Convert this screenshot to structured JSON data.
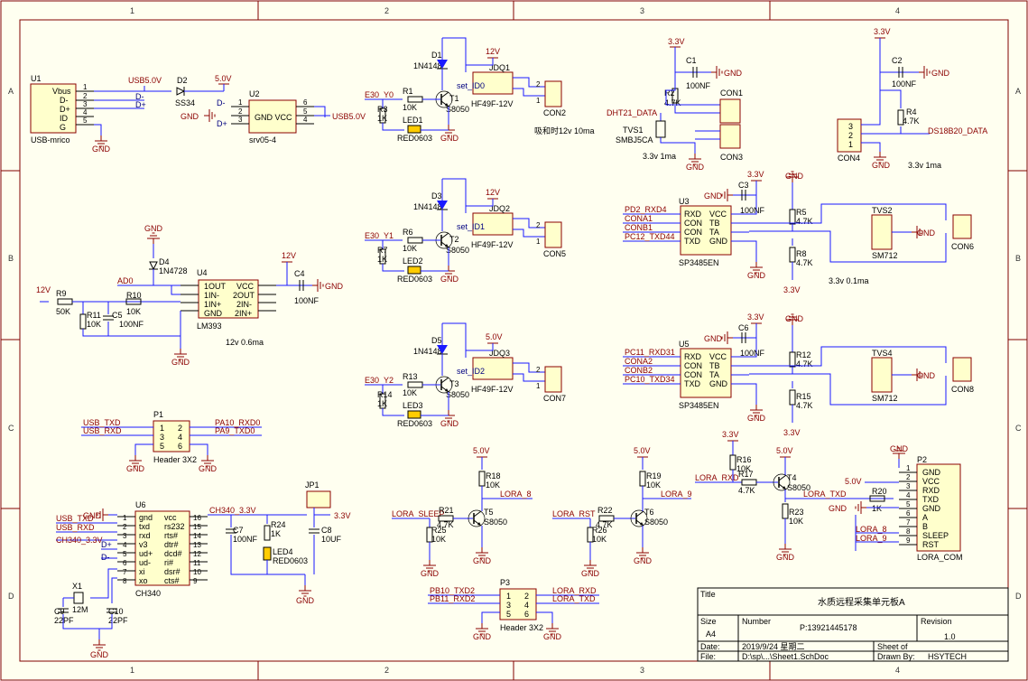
{
  "zones": {
    "cols": [
      "1",
      "2",
      "3",
      "4"
    ],
    "rows": [
      "A",
      "B",
      "C",
      "D"
    ]
  },
  "usb": {
    "ref": "U1",
    "name": "USB-mrico",
    "pins": [
      "Vbus",
      "D-",
      "D+",
      "ID",
      "G"
    ],
    "nums": [
      "1",
      "2",
      "3",
      "4",
      "5"
    ],
    "net_vbus": "USB5.0V",
    "d2": "D2",
    "d2val": "SS34",
    "v5": "5.0V",
    "gnd": "GND",
    "dminus": "D-",
    "dplus": "D+"
  },
  "u2": {
    "ref": "U2",
    "name": "GND VCC",
    "val": "srv05-4",
    "gnd": "GND",
    "dm": "D-",
    "dp": "D+",
    "pins": [
      "1",
      "2",
      "3",
      "4",
      "5",
      "6"
    ],
    "net": "USB5.0V"
  },
  "relays": [
    {
      "d": "D1",
      "dval": "1N4148",
      "jdq": "JDQ1",
      "jval": "HF49F-12V",
      "t": "T1",
      "tval": "S8050",
      "r1": "R1",
      "r1v": "10K",
      "r3": "R3",
      "r3v": "1K",
      "led": "LED1",
      "ledv": "RED0603",
      "con": "CON2",
      "in": "E30_Y0",
      "set": "set_ID0",
      "v": "12V",
      "note": "吸和时12v 10ma"
    },
    {
      "d": "D3",
      "dval": "1N4148",
      "jdq": "JDQ2",
      "jval": "HF49F-12V",
      "t": "T2",
      "tval": "S8050",
      "r1": "R6",
      "r1v": "10K",
      "r3": "R7",
      "r3v": "1K",
      "led": "LED2",
      "ledv": "RED0603",
      "con": "CON5",
      "in": "E30_Y1",
      "set": "set_ID1",
      "v": "12V",
      "note": ""
    },
    {
      "d": "D5",
      "dval": "1N4148",
      "jdq": "JDQ3",
      "jval": "HF49F-12V",
      "t": "T3",
      "tval": "S8050",
      "r1": "R13",
      "r1v": "10K",
      "r3": "R14",
      "r3v": "1K",
      "led": "LED3",
      "ledv": "RED0603",
      "con": "CON7",
      "in": "E30_Y2",
      "set": "set_ID2",
      "v": "5.0V",
      "note": ""
    }
  ],
  "dht": {
    "v": "3.3V",
    "c": "C1",
    "cv": "100NF",
    "r": "R2",
    "rv": "4.7K",
    "net": "DHT21_DATA",
    "tvs": "TVS1",
    "tvsv": "SMBJ5CA",
    "con1": "CON1",
    "con3": "CON3",
    "note": "3.3v 1ma",
    "gnd": "GND"
  },
  "ds18": {
    "v": "3.3V",
    "c": "C2",
    "cv": "100NF",
    "r": "R4",
    "rv": "4.7K",
    "net": "DS18B20_DATA",
    "con": "CON4",
    "note": "3.3v 1ma",
    "gnd": "GND"
  },
  "rs485": [
    {
      "ref": "U3",
      "val": "SP3485EN",
      "c": "C3",
      "cv": "100NF",
      "rx": "PD2_RXD4",
      "cona": "CONA1",
      "conb": "CONB1",
      "tx": "PC12_TXD44",
      "ra": "R5",
      "rav": "4.7K",
      "rb": "R8",
      "rbv": "4.7K",
      "tvs": "TVS2",
      "tvsv": "SM712",
      "con": "CON6",
      "note": "3.3v 0.1ma",
      "v": "3.3V"
    },
    {
      "ref": "U5",
      "val": "SP3485EN",
      "c": "C6",
      "cv": "100NF",
      "rx": "PC11_RXD31",
      "cona": "CONA2",
      "conb": "CONB2",
      "tx": "PC10_TXD34",
      "ra": "R12",
      "rav": "4.7K",
      "rb": "R15",
      "rbv": "4.7K",
      "tvs": "TVS4",
      "tvsv": "SM712",
      "con": "CON8",
      "note": "",
      "v": "3.3V"
    }
  ],
  "u485pins": [
    "RXD",
    "CON",
    "CON",
    "TXD",
    "VCC",
    "TB",
    "TA",
    "GND"
  ],
  "lm393": {
    "ref": "U4",
    "val": "LM393",
    "pins_l": [
      "1OUT",
      "1IN-",
      "1IN+",
      "GND"
    ],
    "pins_r": [
      "VCC",
      "2OUT",
      "2IN-",
      "2IN+"
    ],
    "ad": "AD0",
    "d4": "D4",
    "d4v": "1N4728",
    "r9": "R9",
    "r9v": "50K",
    "r10": "R10",
    "r10v": "10K",
    "r11": "R11",
    "r11v": "10K",
    "c5": "C5",
    "c5v": "100NF",
    "c4": "C4",
    "c4v": "100NF",
    "v12": "12V",
    "note": "12v 0.6ma",
    "gnd": "GND"
  },
  "p1": {
    "ref": "P1",
    "val": "Header 3X2",
    "l": [
      "USB_TXD",
      "USB_RXD"
    ],
    "r": [
      "PA10_RXD0",
      "PA9_TXD0"
    ],
    "pins": [
      "1",
      "2",
      "3",
      "4",
      "5",
      "6"
    ]
  },
  "ch340": {
    "ref": "U6",
    "val": "CH340",
    "l": [
      "gnd",
      "txd",
      "rxd",
      "v3",
      "ud+",
      "ud-",
      "xi",
      "xo"
    ],
    "r": [
      "vcc",
      "rs232",
      "rts#",
      "dtr#",
      "dcd#",
      "ri#",
      "dsr#",
      "cts#"
    ],
    "ln": [
      "1",
      "2",
      "3",
      "4",
      "5",
      "6",
      "7",
      "8"
    ],
    "rn": [
      "16",
      "15",
      "14",
      "13",
      "12",
      "11",
      "10",
      "9"
    ],
    "nets": [
      "USB_TXD",
      "USB_RXD",
      "CH340_3.3V",
      "D+",
      "D-"
    ],
    "net_r": "CH340_3.3V",
    "x1": "X1",
    "x1v": "12M",
    "c9": "C9",
    "c9v": "22PF",
    "c10": "C10",
    "c10v": "22PF",
    "c7": "C7",
    "c7v": "100NF",
    "r24": "R24",
    "r24v": "1K",
    "led4": "LED4",
    "led4v": "RED0603",
    "jp1": "JP1",
    "c8": "C8",
    "c8v": "10UF",
    "v33": "3.3V"
  },
  "lora": {
    "r25": "R25",
    "r25v": "10K",
    "r21": "R21",
    "r21v": "4.7K",
    "r18": "R18",
    "r18v": "10K",
    "t5": "T5",
    "t5v": "S8050",
    "sleep": "LORA_SLEEP",
    "l8": "LORA_8",
    "r26": "R26",
    "r26v": "10K",
    "r22": "R22",
    "r22v": "4.7K",
    "r19": "R19",
    "r19v": "10K",
    "t6": "T6",
    "t6v": "S8050",
    "rst": "LORA_RST",
    "l9": "LORA_9",
    "r16": "R16",
    "r16v": "10K",
    "r17": "R17",
    "r17v": "4.7K",
    "t4": "T4",
    "t4v": "S8050",
    "rxd": "LORA_RXD",
    "txd": "LORA_TXD",
    "r23": "R23",
    "r23v": "10K",
    "r20": "R20",
    "r20v": "1K",
    "v5": "5.0V"
  },
  "p2": {
    "ref": "P2",
    "val": "LORA_COM",
    "pins": [
      "GND",
      "VCC",
      "RXD",
      "TXD",
      "GND",
      "A",
      "B",
      "SLEEP",
      "RST"
    ],
    "nets": [
      "5.0V",
      "LORA_TXD",
      "LORA_8",
      "LORA_9"
    ]
  },
  "p3": {
    "ref": "P3",
    "val": "Header 3X2",
    "l": [
      "PB10_TXD2",
      "PB11_RXD2"
    ],
    "r": [
      "LORA_RXD",
      "LORA_TXD"
    ]
  },
  "titleblock": {
    "title_label": "Title",
    "title": "水质远程采集单元板A",
    "size_label": "Size",
    "size": "A4",
    "number_label": "Number",
    "number": "P:13921445178",
    "revision_label": "Revision",
    "revision": "1.0",
    "date_label": "Date:",
    "date": "2019/9/24 星期二",
    "file_label": "File:",
    "file": "D:\\sp\\...\\Sheet1.SchDoc",
    "sheet_label": "Sheet   of",
    "drawn_label": "Drawn By:",
    "drawn": "HSYTECH"
  }
}
